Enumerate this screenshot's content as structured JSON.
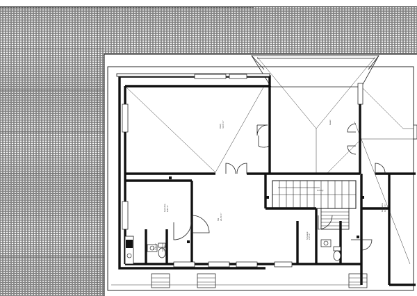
{
  "drawing": {
    "kind": "architectural-floor-plan",
    "colors": {
      "ink": "#111111",
      "paving": "#9a9a9a",
      "paper": "#ffffff"
    }
  },
  "rooms": [
    {
      "id": "living",
      "label": "Pokój",
      "area": "33,05 m²"
    },
    {
      "id": "bath",
      "label": "Łazienka",
      "area": "6,80 m²"
    },
    {
      "id": "hall",
      "label": "Hol",
      "area": "22,50 m²"
    },
    {
      "id": "wc",
      "label": "WC",
      "area": "1,90 m²"
    },
    {
      "id": "pantry",
      "label": "Spiżarnia",
      "area": "2,10 m²"
    },
    {
      "id": "storage",
      "label": "Schowek",
      "area": "2,55 m²"
    },
    {
      "id": "stair",
      "label": "Schody",
      "area": ""
    },
    {
      "id": "garage",
      "label": "Garaż",
      "area": ""
    },
    {
      "id": "utility",
      "label": "Kotłownia",
      "area": "11,60 m²"
    }
  ],
  "icons": [
    "car-icon",
    "door-swing-icon",
    "toilet-icon",
    "sink-icon"
  ]
}
